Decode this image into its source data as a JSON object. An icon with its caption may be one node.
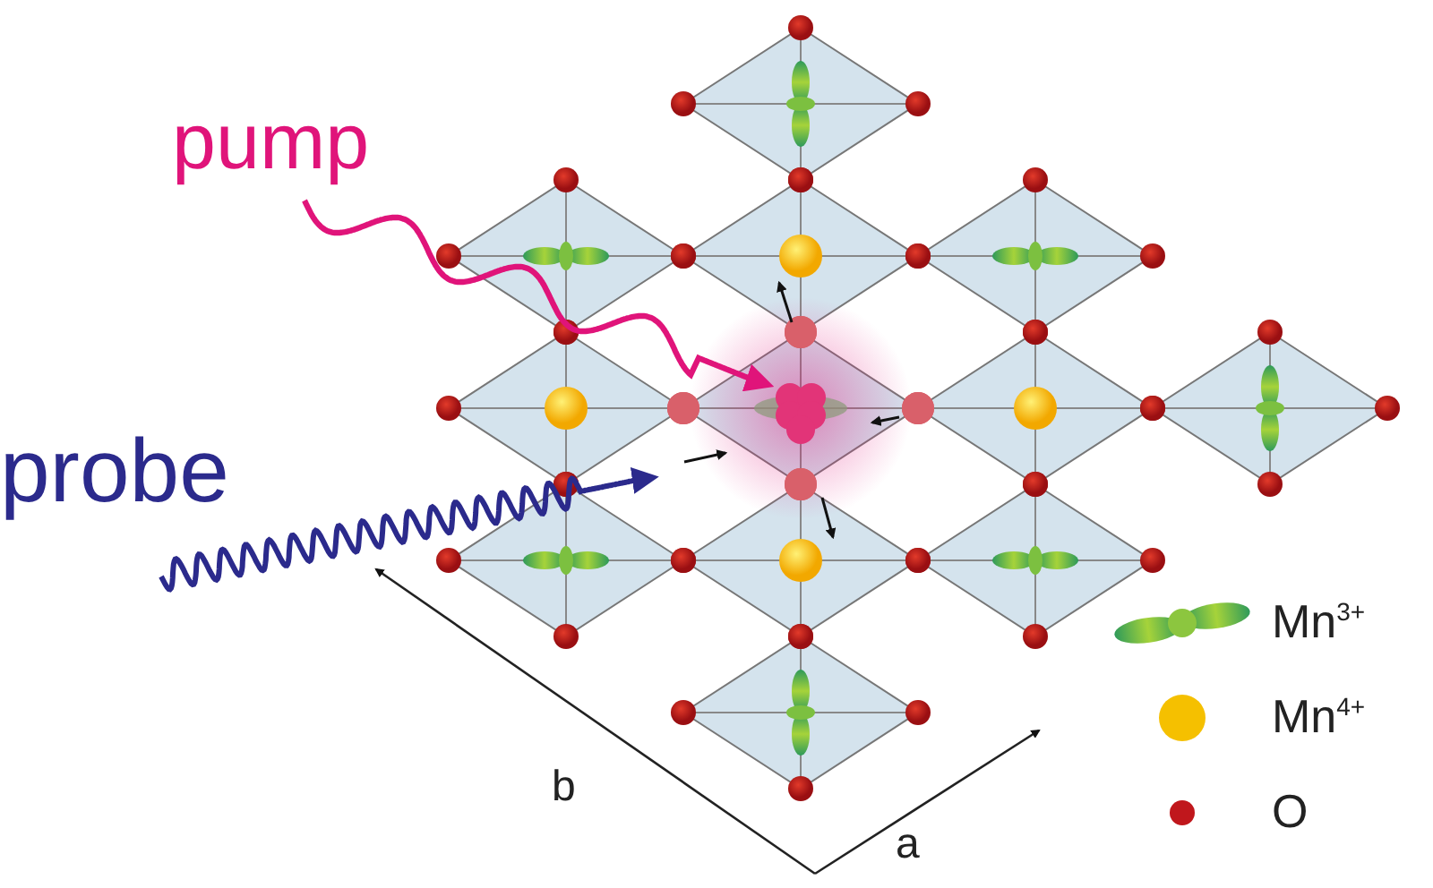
{
  "diagram": {
    "nodes": [
      {
        "text": [
          "pump"
        ]
      },
      {
        "text": [
          "probe"
        ]
      }
    ],
    "edges": [
      {
        "from": 0,
        "to": null,
        "arrow": "to",
        "color": "#e0147a"
      },
      {
        "from": 1,
        "to": null,
        "arrow": "to",
        "color": "#2b2a8c"
      }
    ],
    "labels": [
      "b",
      "a"
    ],
    "legend": [
      {
        "text": "Mn$^{3+}$"
      },
      {
        "text": "Mn$^{4+}$",
        "color": "#f5c000"
      },
      {
        "text": "O",
        "color": "#c0171c"
      }
    ]
  }
}
